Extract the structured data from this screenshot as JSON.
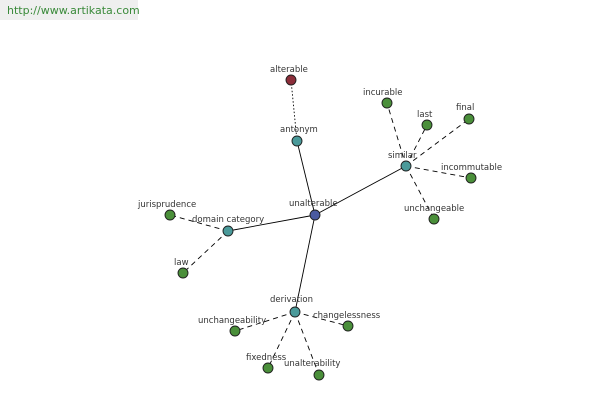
{
  "watermark": {
    "text": "http://www.artikata.com"
  },
  "colors": {
    "center": "#4a5aa0",
    "relation": "#4a9a9a",
    "term": "#4a8f3a",
    "antonym_term": "#8c2e3a",
    "edge": "#000000"
  },
  "graph": {
    "nodes": [
      {
        "id": "unalterable",
        "label": "unalterable",
        "kind": "center"
      },
      {
        "id": "antonym",
        "label": "antonym",
        "kind": "relation"
      },
      {
        "id": "alterable",
        "label": "alterable",
        "kind": "antonym_term"
      },
      {
        "id": "similar",
        "label": "similar",
        "kind": "relation"
      },
      {
        "id": "incurable",
        "label": "incurable",
        "kind": "term"
      },
      {
        "id": "last",
        "label": "last",
        "kind": "term"
      },
      {
        "id": "final",
        "label": "final",
        "kind": "term"
      },
      {
        "id": "incommutable",
        "label": "incommutable",
        "kind": "term"
      },
      {
        "id": "unchangeable",
        "label": "unchangeable",
        "kind": "term"
      },
      {
        "id": "domain-category",
        "label": "domain category",
        "kind": "relation"
      },
      {
        "id": "jurisprudence",
        "label": "jurisprudence",
        "kind": "term"
      },
      {
        "id": "law",
        "label": "law",
        "kind": "term"
      },
      {
        "id": "derivation",
        "label": "derivation",
        "kind": "relation"
      },
      {
        "id": "unchangeability",
        "label": "unchangeability",
        "kind": "term"
      },
      {
        "id": "changelessness",
        "label": "changelessness",
        "kind": "term"
      },
      {
        "id": "fixedness",
        "label": "fixedness",
        "kind": "term"
      },
      {
        "id": "unalterability",
        "label": "unalterability",
        "kind": "term"
      }
    ],
    "edges": [
      {
        "from": "unalterable",
        "to": "antonym",
        "style": "solid"
      },
      {
        "from": "antonym",
        "to": "alterable",
        "style": "dotted"
      },
      {
        "from": "unalterable",
        "to": "similar",
        "style": "solid"
      },
      {
        "from": "similar",
        "to": "incurable",
        "style": "dashed"
      },
      {
        "from": "similar",
        "to": "last",
        "style": "dashed"
      },
      {
        "from": "similar",
        "to": "final",
        "style": "dashed"
      },
      {
        "from": "similar",
        "to": "incommutable",
        "style": "dashed"
      },
      {
        "from": "similar",
        "to": "unchangeable",
        "style": "dashed"
      },
      {
        "from": "unalterable",
        "to": "domain-category",
        "style": "solid"
      },
      {
        "from": "domain-category",
        "to": "jurisprudence",
        "style": "dashed"
      },
      {
        "from": "domain-category",
        "to": "law",
        "style": "dashed"
      },
      {
        "from": "unalterable",
        "to": "derivation",
        "style": "solid"
      },
      {
        "from": "derivation",
        "to": "unchangeability",
        "style": "dashed"
      },
      {
        "from": "derivation",
        "to": "changelessness",
        "style": "dashed"
      },
      {
        "from": "derivation",
        "to": "fixedness",
        "style": "dashed"
      },
      {
        "from": "derivation",
        "to": "unalterability",
        "style": "dashed"
      }
    ]
  }
}
